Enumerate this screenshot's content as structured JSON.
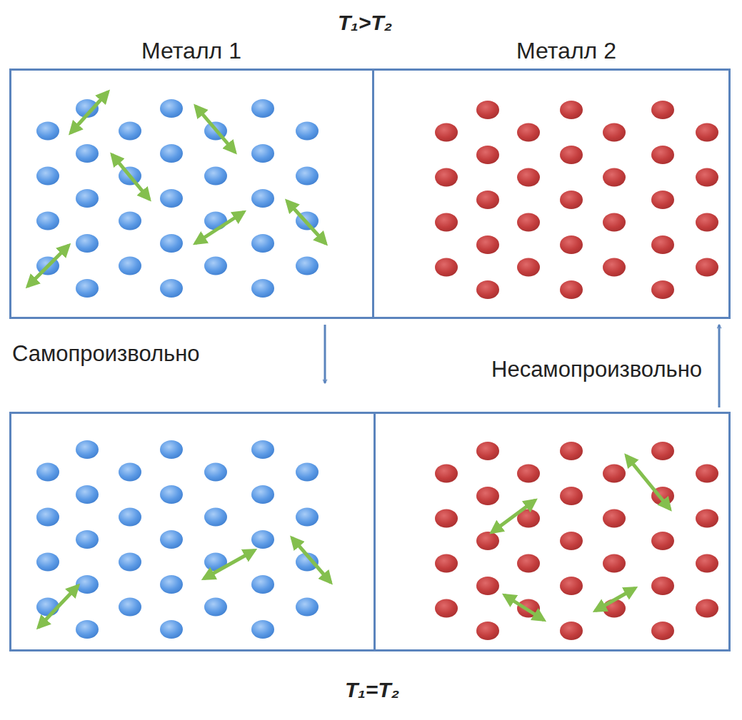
{
  "diagram": {
    "nodes": [
      {
        "text": [
          "T₁>T₂",
          "Металл 1",
          "Металл 2"
        ]
      },
      {
        "text": [
          "T₁=T₂"
        ]
      }
    ],
    "edges": [
      {
        "from": 0,
        "to": 1,
        "arrow": "to",
        "label": "Самопроизвольно"
      },
      {
        "from": 1,
        "to": 0,
        "arrow": "to",
        "label": "Несамопроизвольно"
      }
    ]
  }
}
